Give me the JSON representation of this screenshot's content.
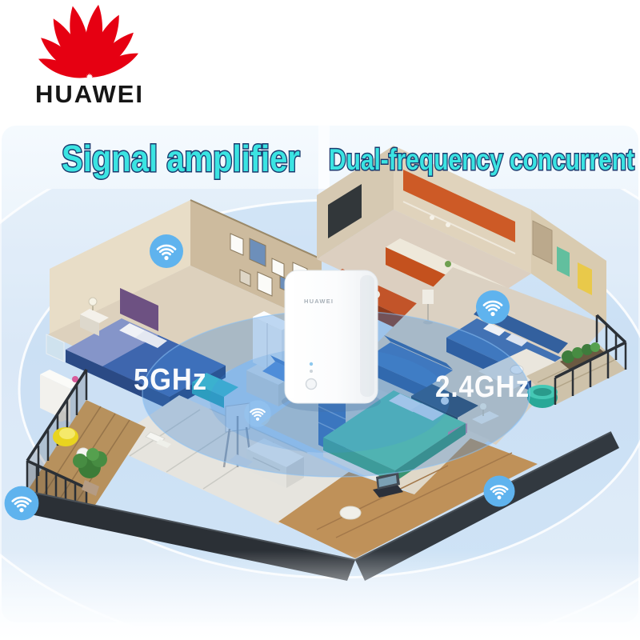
{
  "brand": {
    "name": "HUAWEI",
    "logo_color": "#e60012",
    "wordmark_color": "#161616"
  },
  "headlines": {
    "left": "Signal amplifier",
    "right": "Dual-frequency concurrent",
    "text_color": "#3be4e2",
    "outline_color": "#1b3a6e"
  },
  "floorplan": {
    "frequency_bands": [
      {
        "label": "5GHz"
      },
      {
        "label": "2.4GHz"
      }
    ],
    "band_label_color": "#ffffff",
    "router": {
      "label": "HUAWEI",
      "body_color": "#ffffff"
    },
    "wifi_icons": {
      "count": 5,
      "color": "#5fb3ee"
    },
    "coverage_color": "#3a86d6"
  }
}
